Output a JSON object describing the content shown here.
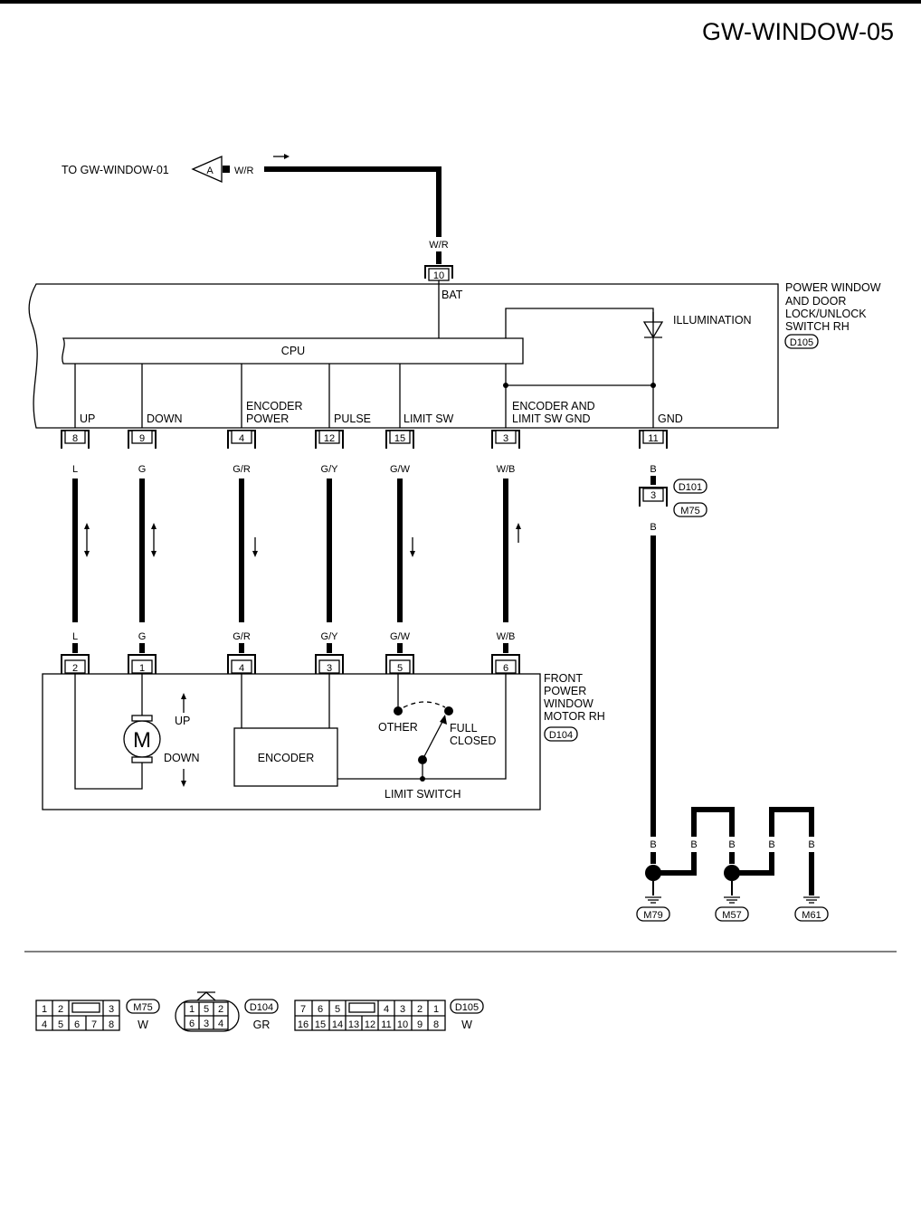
{
  "title": "GW-WINDOW-05",
  "source_ref": {
    "text": "TO GW-WINDOW-01",
    "flag": "A",
    "wire": "W/R"
  },
  "bat": {
    "pin": "10",
    "wire": "W/R",
    "label": "BAT"
  },
  "switch_unit": {
    "name_lines": [
      "POWER WINDOW",
      "AND DOOR",
      "LOCK/UNLOCK",
      "SWITCH RH"
    ],
    "connector": "D105",
    "cpu_label": "CPU",
    "illumination_label": "ILLUMINATION",
    "terminals": [
      {
        "pin": "8",
        "label": "UP",
        "wire": "L"
      },
      {
        "pin": "9",
        "label": "DOWN",
        "wire": "G"
      },
      {
        "pin": "4",
        "label_lines": [
          "ENCODER",
          "POWER"
        ],
        "wire": "G/R"
      },
      {
        "pin": "12",
        "label": "PULSE",
        "wire": "G/Y"
      },
      {
        "pin": "15",
        "label": "LIMIT SW",
        "wire": "G/W"
      },
      {
        "pin": "3",
        "label_lines": [
          "ENCODER AND",
          "LIMIT SW GND"
        ],
        "wire": "W/B"
      },
      {
        "pin": "11",
        "label": "GND",
        "wire": "B"
      }
    ]
  },
  "joint": {
    "pin": "3",
    "connector_top": "D101",
    "connector_bottom": "M75",
    "wire_below": "B"
  },
  "motor": {
    "name_lines": [
      "FRONT",
      "POWER",
      "WINDOW",
      "MOTOR RH"
    ],
    "connector": "D104",
    "motor_symbol": "M",
    "up_label": "UP",
    "down_label": "DOWN",
    "encoder_label": "ENCODER",
    "other_label": "OTHER",
    "full_closed_lines": [
      "FULL",
      "CLOSED"
    ],
    "limit_switch_label": "LIMIT SWITCH",
    "terminals": [
      {
        "pin": "2",
        "wire": "L"
      },
      {
        "pin": "1",
        "wire": "G"
      },
      {
        "pin": "4",
        "wire": "G/R"
      },
      {
        "pin": "3",
        "wire": "G/Y"
      },
      {
        "pin": "5",
        "wire": "G/W"
      },
      {
        "pin": "6",
        "wire": "W/B"
      }
    ]
  },
  "grounds": [
    {
      "name": "M79",
      "wires": [
        "B",
        "B"
      ]
    },
    {
      "name": "M57",
      "wires": [
        "B",
        "B"
      ]
    },
    {
      "name": "M61",
      "wires": [
        "B"
      ]
    }
  ],
  "connectors_legend": [
    {
      "name": "M75",
      "color": "W",
      "top": [
        "1",
        "2",
        "",
        "3"
      ],
      "bottom": [
        "4",
        "5",
        "6",
        "7",
        "8"
      ]
    },
    {
      "name": "D104",
      "color": "GR",
      "top": [
        "1",
        "5",
        "2"
      ],
      "bottom": [
        "6",
        "3",
        "4"
      ]
    },
    {
      "name": "D105",
      "color": "W",
      "top": [
        "7",
        "6",
        "5",
        "",
        "4",
        "3",
        "2",
        "1"
      ],
      "bottom": [
        "16",
        "15",
        "14",
        "13",
        "12",
        "11",
        "10",
        "9",
        "8"
      ]
    }
  ],
  "colors": {
    "ink": "#000000",
    "background": "#ffffff"
  }
}
